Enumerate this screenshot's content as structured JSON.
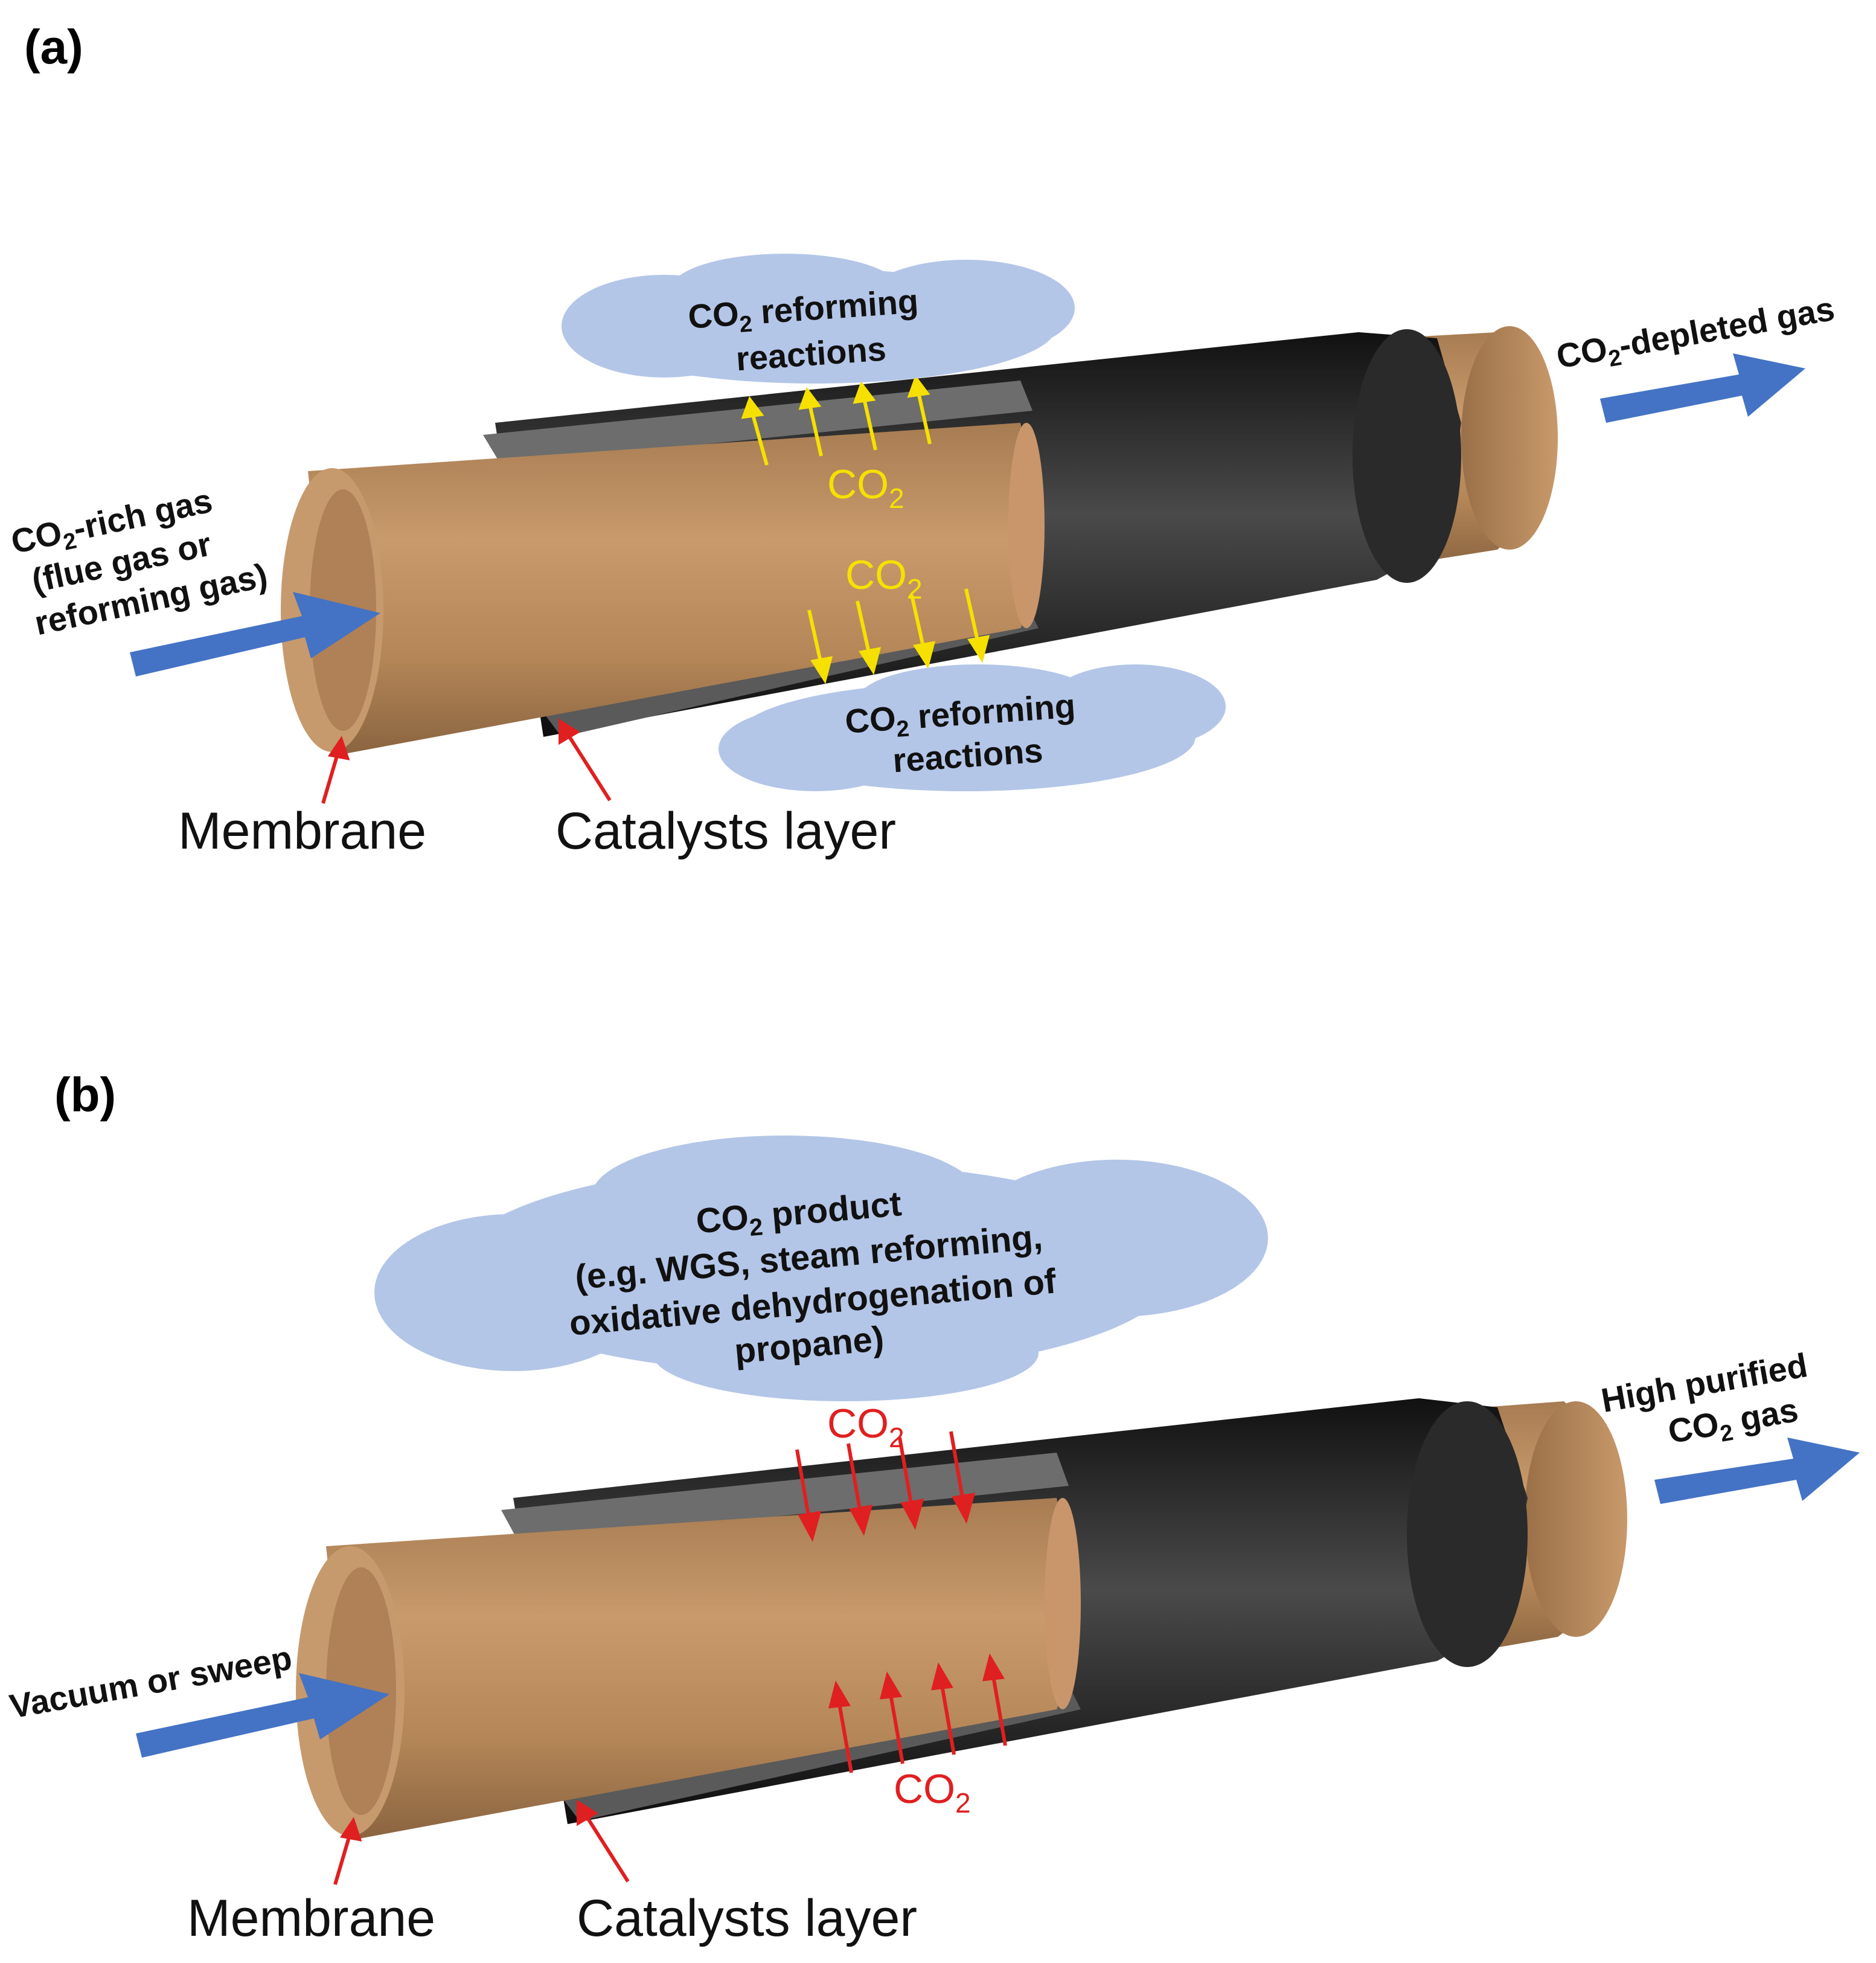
{
  "panel_a": {
    "label": "(a)",
    "inlet": {
      "line1": "CO",
      "sub": "2",
      "line1_rest": "-rich gas",
      "line2": "(flue gas or",
      "line3": "reforming gas)"
    },
    "outlet": {
      "pre": "CO",
      "sub": "2",
      "rest": "-depleted gas"
    },
    "cloud_top": {
      "pre": "CO",
      "sub": "2",
      "rest": " reforming",
      "line2": "reactions"
    },
    "cloud_bottom": {
      "pre": "CO",
      "sub": "2",
      "rest": " reforming",
      "line2": "reactions"
    },
    "flux_top": {
      "pre": "CO",
      "sub": "2"
    },
    "flux_bottom": {
      "pre": "CO",
      "sub": "2"
    },
    "membrane_label": "Membrane",
    "catalyst_label": "Catalysts layer"
  },
  "panel_b": {
    "label": "(b)",
    "inlet": "Vacuum or sweep",
    "outlet": {
      "line1": "High purified",
      "pre": "CO",
      "sub": "2",
      "rest": " gas"
    },
    "cloud": {
      "pre": "CO",
      "sub": "2",
      "rest": " product",
      "line2": "(e.g. WGS, steam reforming,",
      "line3": "oxidative dehydrogenation of",
      "line4": "propane)"
    },
    "flux_top": {
      "pre": "CO",
      "sub": "2"
    },
    "flux_bottom": {
      "pre": "CO",
      "sub": "2"
    },
    "membrane_label": "Membrane",
    "catalyst_label": "Catalysts layer"
  },
  "colors": {
    "membrane": "#b88a5e",
    "catalyst": "#1a1a1a",
    "cloud": "#b4c6e7",
    "flow_arrow": "#4472c4",
    "co2_out_arrow": "#f5e000",
    "co2_in_arrow": "#e02020",
    "pointer": "#e02020"
  }
}
